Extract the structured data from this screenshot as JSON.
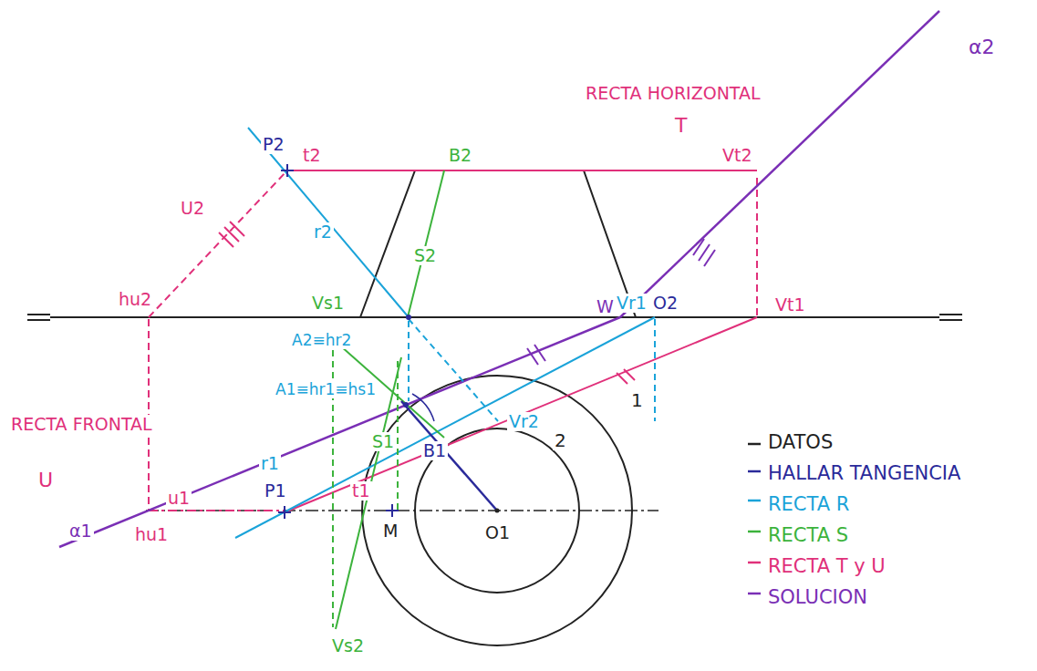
{
  "diagram": {
    "labels": [
      "α2",
      "RECTA HORIZONTAL",
      "T",
      "Vt2",
      "P2",
      "t2",
      "B2",
      "r2",
      "U2",
      "S2",
      "hu2",
      "Vs1",
      "Vr1",
      "O2",
      "W",
      "Vt1",
      "A2≡hr2",
      "A1≡hr1≡hs1",
      "RECTA FRONTAL",
      "U",
      "S1",
      "B1",
      "Vr2",
      "2",
      "1",
      "r1",
      "α1",
      "u1",
      "P1",
      "t1",
      "M",
      "O1",
      "hu1",
      "Vs2"
    ],
    "legend": [
      {
        "text": "DATOS"
      },
      {
        "text": "HALLAR TANGENCIA"
      },
      {
        "text": "RECTA R"
      },
      {
        "text": "RECTA S"
      },
      {
        "text": "RECTA T y U"
      },
      {
        "text": "SOLUCION"
      }
    ]
  }
}
